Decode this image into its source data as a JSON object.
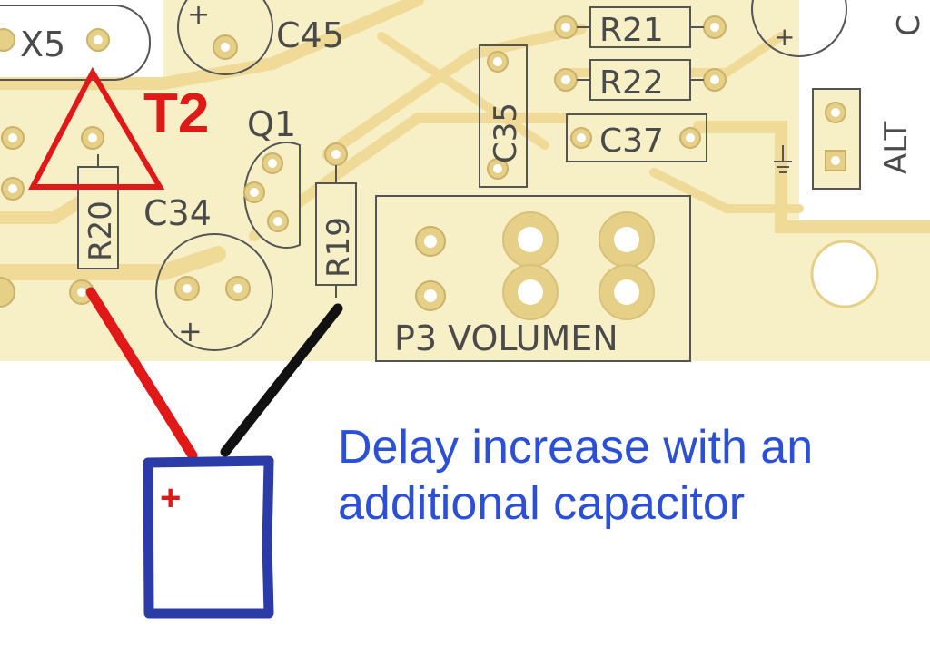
{
  "board": {
    "labels": {
      "x5": "X5",
      "c45": "C45",
      "r21": "R21",
      "r22": "R22",
      "c37": "C37",
      "c35": "C35",
      "q1": "Q1",
      "c34": "C34",
      "r20": "R20",
      "r19": "R19",
      "p3": "P3 VOLUMEN",
      "alt": "ALT",
      "c_partial": "C"
    },
    "polarity_mark": "+",
    "colors": {
      "board": "#f7efc6",
      "trace": "#efdb97",
      "pad": "#e6cf86",
      "silkscreen": "#4a4a4a"
    }
  },
  "annotation": {
    "transistor_label": "T2",
    "capacitor_plus": "+",
    "note_line1": "Delay  increase with an",
    "note_line2": "additional capacitor",
    "colors": {
      "red": "#e01818",
      "black": "#111111",
      "blue": "#2b3ca8",
      "note_text": "#2b4fd6"
    }
  }
}
